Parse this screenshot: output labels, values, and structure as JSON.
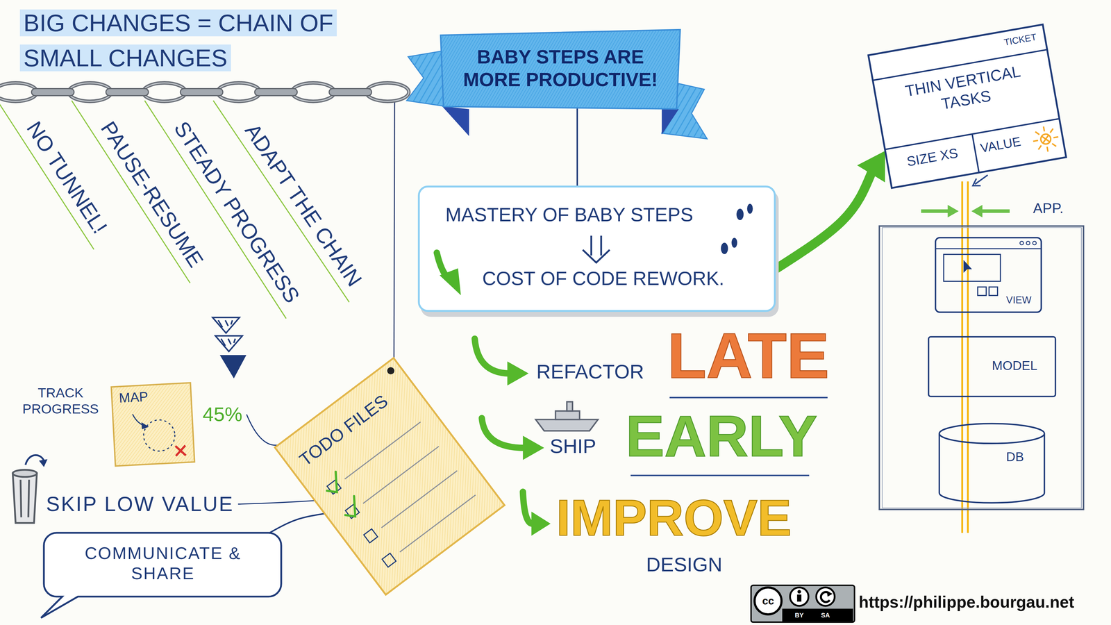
{
  "diagram": {
    "title": "BIG CHANGES = CHAIN OF SMALL CHANGES",
    "nodes": [
      {
        "text": [
          "BABY STEPS ARE MORE PRODUCTIVE!"
        ]
      },
      {
        "text": [
          "TICKET",
          "THIN VERTICAL TASKS",
          "SIZE XS",
          "VALUE"
        ]
      },
      {
        "text": [
          "MASTERY OF BABY STEPS",
          "COST OF CODE REWORK."
        ]
      },
      {
        "text": [
          "APP."
        ]
      },
      {
        "text": [
          "VIEW"
        ],
        "in": 3
      },
      {
        "text": [
          "MODEL"
        ],
        "in": 3
      },
      {
        "text": [
          "DB"
        ],
        "in": 3
      },
      {
        "text": [
          "MAP"
        ]
      },
      {
        "text": [
          "TODO FILES"
        ]
      },
      {
        "text": [
          "COMMUNICATE & SHARE"
        ]
      }
    ],
    "edges": [
      {
        "from": 0,
        "to": 2,
        "arrow": "none"
      },
      {
        "from": 2,
        "to": 1,
        "arrow": "to"
      },
      {
        "from": 8,
        "to": 9,
        "arrow": "none"
      }
    ],
    "labels": [
      "NO TUNNEL!",
      "PAUSE-RESUME",
      "STEADY PROGRESS",
      "ADAPT THE CHAIN",
      "TRACK PROGRESS",
      "45%",
      "SKIP LOW VALUE",
      "REFACTOR",
      "LATE",
      "SHIP",
      "EARLY",
      "IMPROVE",
      "DESIGN",
      "cc",
      "BY",
      "SA",
      "https://philippe.bourgau.net"
    ]
  }
}
